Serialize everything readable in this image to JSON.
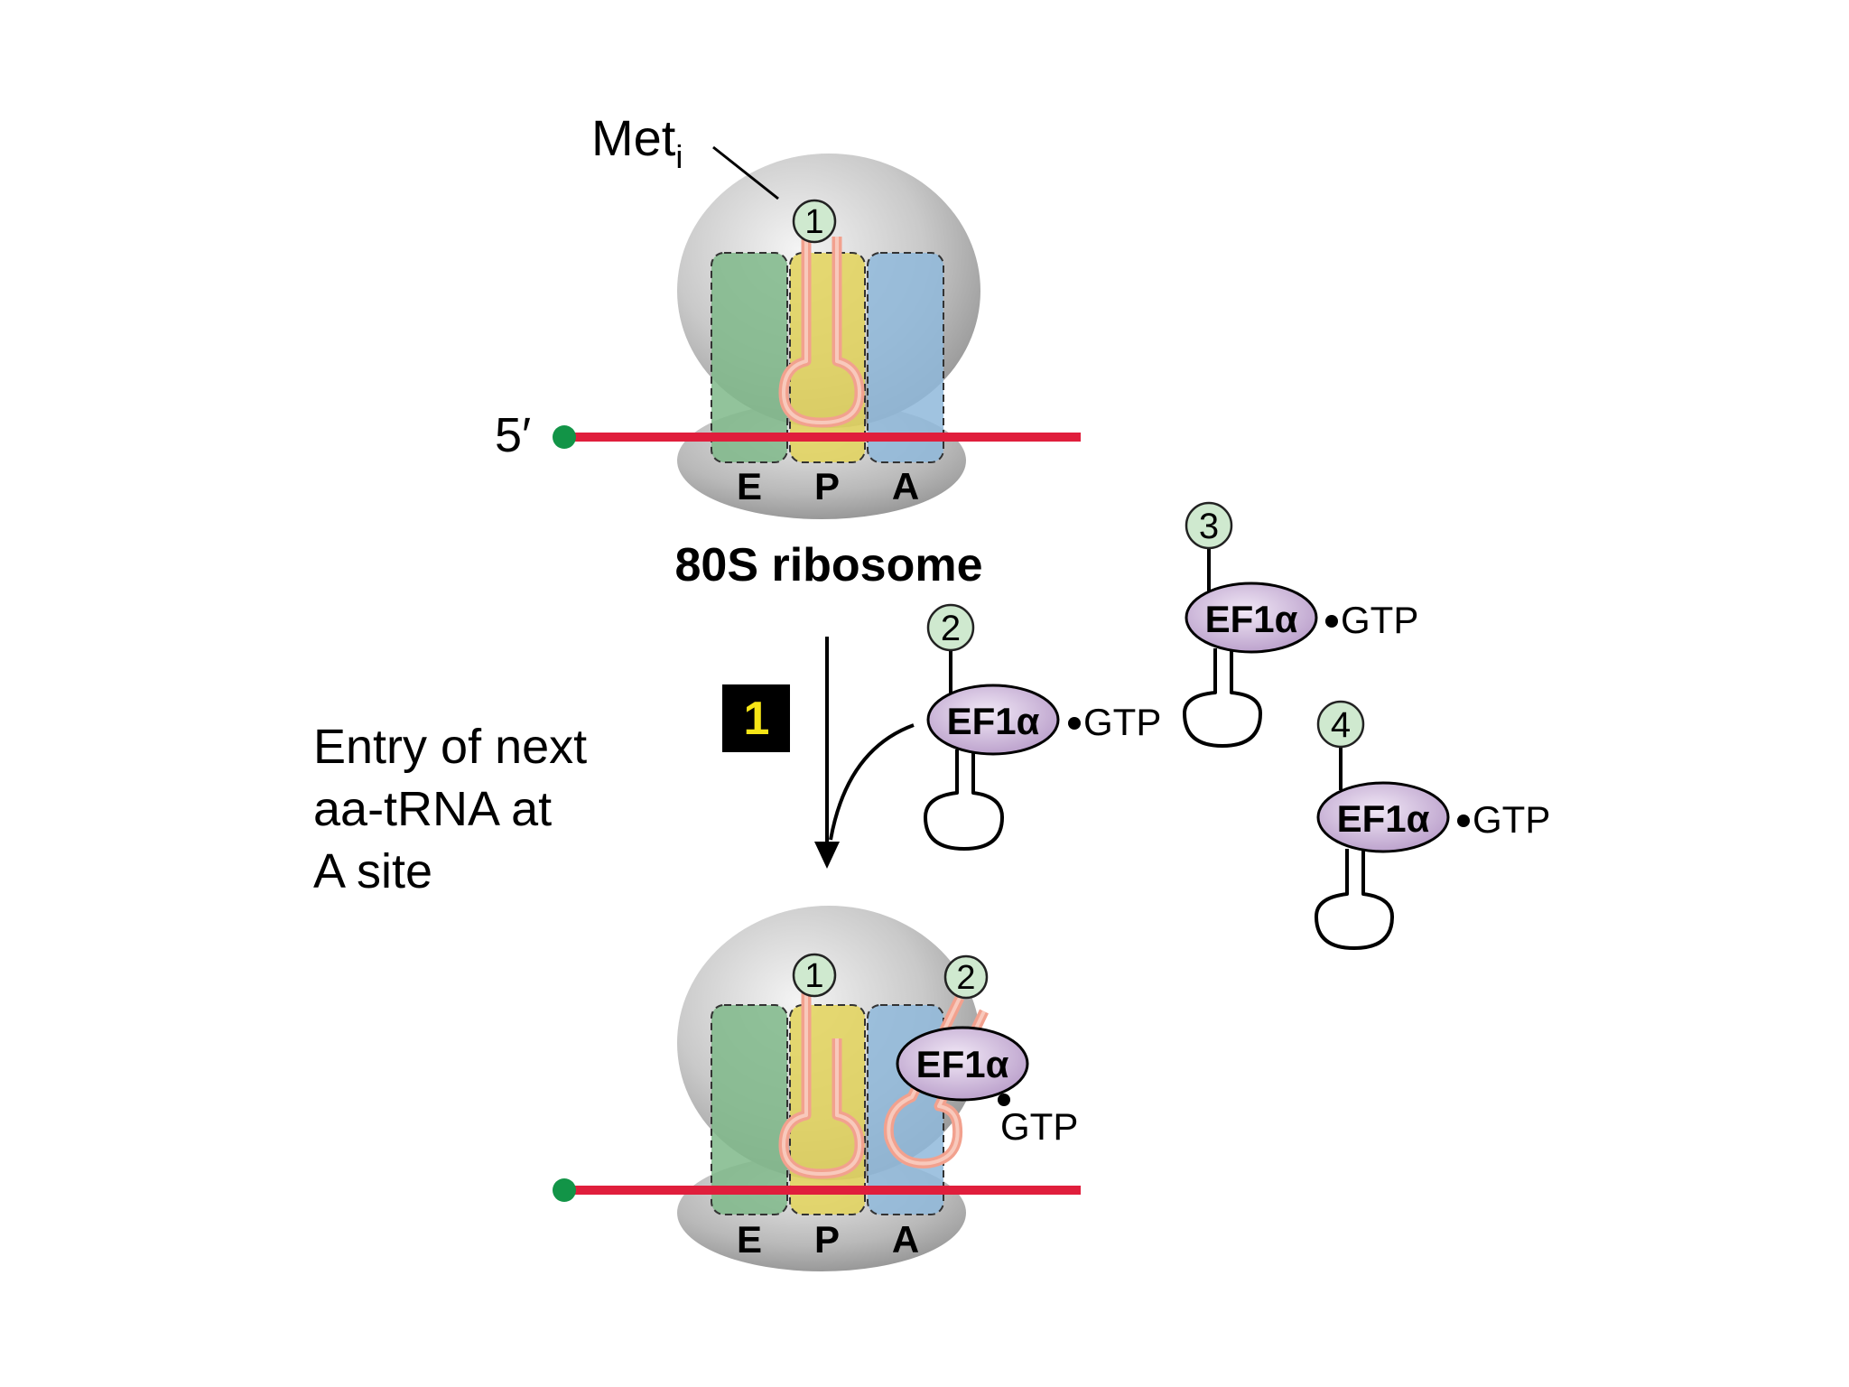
{
  "labels": {
    "met": "Met",
    "met_sub": "i",
    "five_prime": "5′",
    "ribosome_title": "80S ribosome",
    "step_number": "1",
    "step_caption_lines": [
      "Entry of next",
      "aa-tRNA at",
      "A site"
    ],
    "ef1a": "EF1α",
    "gtp": "GTP",
    "site_e": "E",
    "site_p": "P",
    "site_a": "A",
    "trna_1": "1",
    "trna_2": "2",
    "trna_3": "3",
    "trna_4": "4"
  },
  "colors": {
    "ribosome_gray": "#b8b8b8",
    "site_e": "#7fb98a",
    "site_p": "#e3d35a",
    "site_a": "#8fb8da",
    "mrna": "#e01e3c",
    "mrna_5prime_dot": "#129447",
    "trna_bound": "#f2a18e",
    "number_circle": "#cfe9cf",
    "ef1a": "#b99acb",
    "step_box": "#000000",
    "step_number": "#f6e516"
  }
}
